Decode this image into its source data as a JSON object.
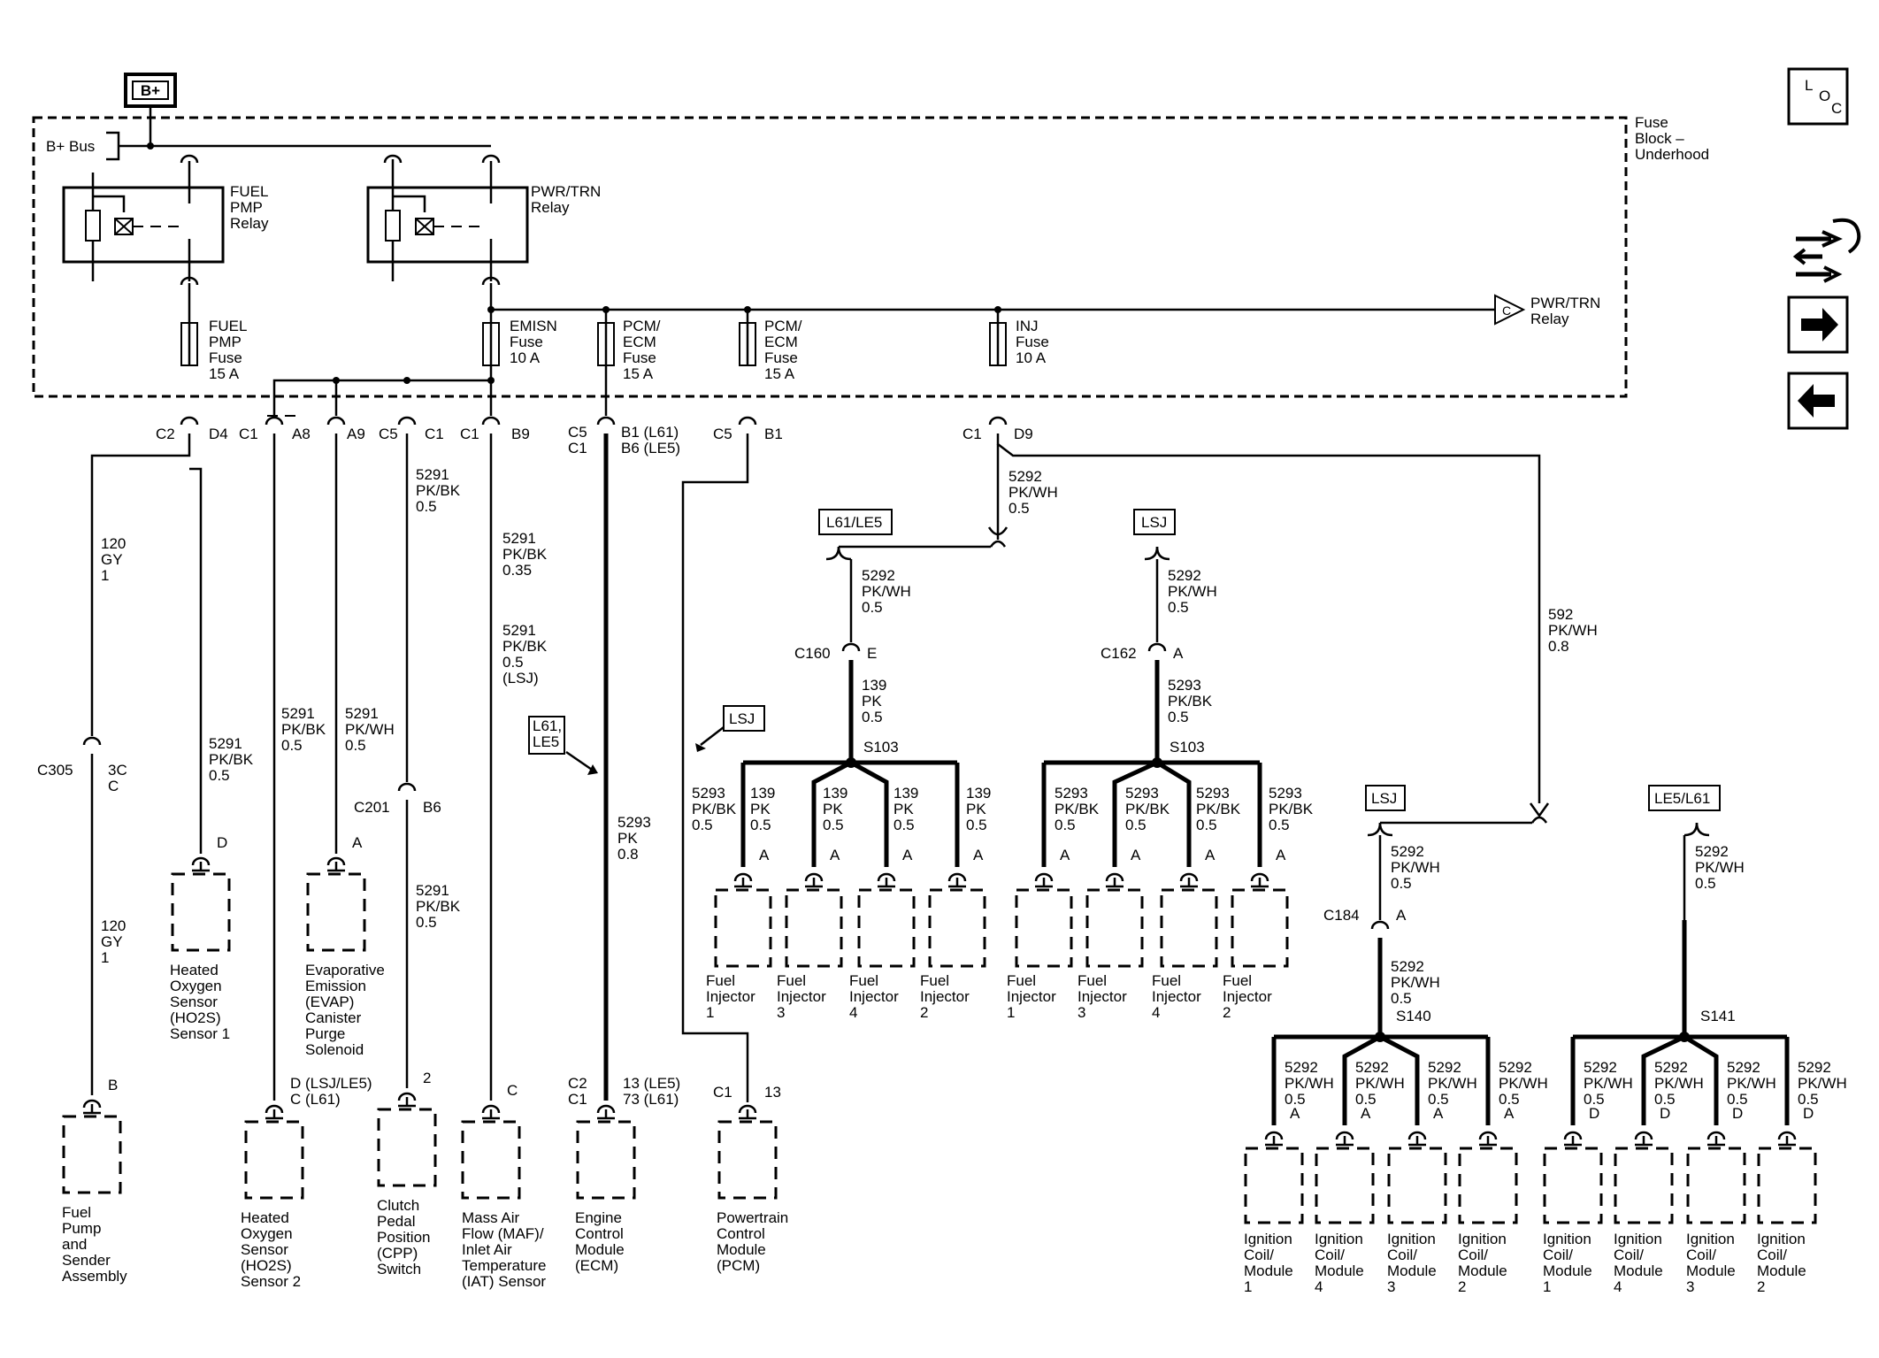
{
  "power": {
    "bplus": "B+",
    "bus": "B+ Bus",
    "fuse_block": [
      "Fuse",
      "Block –",
      "Underhood"
    ]
  },
  "loc_icon": [
    "L",
    "O",
    "C"
  ],
  "relays": {
    "fuel": [
      "FUEL",
      "PMP",
      "Relay"
    ],
    "pwr": [
      "PWR/TRN",
      "Relay"
    ],
    "pwr_out": [
      "PWR/TRN",
      "Relay"
    ],
    "pwr_out_letter": "C"
  },
  "fuses": {
    "fuel": [
      "FUEL",
      "PMP",
      "Fuse",
      "15 A"
    ],
    "emisn": [
      "EMISN",
      "Fuse",
      "10 A"
    ],
    "pcm1": [
      "PCM/",
      "ECM",
      "Fuse",
      "15 A"
    ],
    "pcm2": [
      "PCM/",
      "ECM",
      "Fuse",
      "15 A"
    ],
    "inj": [
      "INJ",
      "Fuse",
      "10 A"
    ]
  },
  "pins": {
    "c2": "C2",
    "d4": "D4",
    "c1a": "C1",
    "a8": "A8",
    "a9": "A9",
    "c5a": "C5",
    "c1b": "C1",
    "c1c": "C1",
    "b9": "B9",
    "c5b": "C5",
    "c1d": "C1",
    "b1l": "B1 (L61)",
    "b6l": "B6 (LE5)",
    "c5c": "C5",
    "b1": "B1",
    "c1e": "C1",
    "d9": "D9"
  },
  "wires": {
    "gy1": [
      "120",
      "GY",
      "1"
    ],
    "gy2": [
      "120",
      "GY",
      "1"
    ],
    "c305": "C305",
    "c305b": [
      "3C",
      "C"
    ],
    "pkbk_a": [
      "5291",
      "PK/BK",
      "0.5"
    ],
    "pkbk_b": [
      "5291",
      "PK/BK",
      "0.5"
    ],
    "pkwh_a": [
      "5291",
      "PK/WH",
      "0.5"
    ],
    "cpp1": [
      "5291",
      "PK/BK",
      "0.5"
    ],
    "c201": "C201",
    "b6": "B6",
    "cpp2": [
      "5291",
      "PK/BK",
      "0.5"
    ],
    "maf1": [
      "5291",
      "PK/BK",
      "0.35"
    ],
    "maf2": [
      "5291",
      "PK/BK",
      "0.5",
      "(LSJ)"
    ],
    "ecm": [
      "5293",
      "PK",
      "0.8"
    ],
    "inj_feed": [
      "5292",
      "PK/WH",
      "0.5"
    ],
    "coil_feed": [
      "592",
      "PK/WH",
      "0.8"
    ]
  },
  "tags": {
    "l61le5": "L61/LE5",
    "lsj1": "LSJ",
    "lsj2": "LSJ",
    "lsj3": "LSJ",
    "le5l61": "LE5/L61",
    "l61le5b": [
      "L61,",
      "LE5"
    ]
  },
  "inj_left": {
    "feed": [
      "5292",
      "PK/WH",
      "0.5"
    ],
    "conn": "C160",
    "pin": "E",
    "wire": [
      "139",
      "PK",
      "0.5"
    ],
    "splice": "S103",
    "drops": [
      [
        "5293",
        "PK/BK",
        "0.5"
      ],
      [
        "139",
        "PK",
        "0.5"
      ],
      [
        "139",
        "PK",
        "0.5"
      ],
      [
        "139",
        "PK",
        "0.5"
      ],
      [
        "139",
        "PK",
        "0.5"
      ]
    ],
    "pins": [
      "A",
      "A",
      "A",
      "A"
    ],
    "labels": [
      [
        "Fuel",
        "Injector",
        "1"
      ],
      [
        "Fuel",
        "Injector",
        "3"
      ],
      [
        "Fuel",
        "Injector",
        "4"
      ],
      [
        "Fuel",
        "Injector",
        "2"
      ]
    ]
  },
  "inj_right": {
    "feed": [
      "5292",
      "PK/WH",
      "0.5"
    ],
    "conn": "C162",
    "pin": "A",
    "wire": [
      "5293",
      "PK/BK",
      "0.5"
    ],
    "splice": "S103",
    "drops": [
      [
        "5293",
        "PK/BK",
        "0.5"
      ],
      [
        "5293",
        "PK/BK",
        "0.5"
      ],
      [
        "5293",
        "PK/BK",
        "0.5"
      ],
      [
        "5293",
        "PK/BK",
        "0.5"
      ]
    ],
    "pins": [
      "A",
      "A",
      "A",
      "A"
    ],
    "labels": [
      [
        "Fuel",
        "Injector",
        "1"
      ],
      [
        "Fuel",
        "Injector",
        "3"
      ],
      [
        "Fuel",
        "Injector",
        "4"
      ],
      [
        "Fuel",
        "Injector",
        "2"
      ]
    ]
  },
  "coil_left": {
    "feed": [
      "5292",
      "PK/WH",
      "0.5"
    ],
    "conn": "C184",
    "pin": "A",
    "wire": [
      "5292",
      "PK/WH",
      "0.5"
    ],
    "splice": "S140",
    "drops": [
      [
        "5292",
        "PK/WH",
        "0.5"
      ],
      [
        "5292",
        "PK/WH",
        "0.5"
      ],
      [
        "5292",
        "PK/WH",
        "0.5"
      ],
      [
        "5292",
        "PK/WH",
        "0.5"
      ]
    ],
    "pins": [
      "A",
      "A",
      "A",
      "A"
    ],
    "labels": [
      [
        "Ignition",
        "Coil/",
        "Module",
        "1"
      ],
      [
        "Ignition",
        "Coil/",
        "Module",
        "4"
      ],
      [
        "Ignition",
        "Coil/",
        "Module",
        "3"
      ],
      [
        "Ignition",
        "Coil/",
        "Module",
        "2"
      ]
    ]
  },
  "coil_right": {
    "feed": [
      "5292",
      "PK/WH",
      "0.5"
    ],
    "splice": "S141",
    "drops": [
      [
        "5292",
        "PK/WH",
        "0.5"
      ],
      [
        "5292",
        "PK/WH",
        "0.5"
      ],
      [
        "5292",
        "PK/WH",
        "0.5"
      ],
      [
        "5292",
        "PK/WH",
        "0.5"
      ]
    ],
    "pins": [
      "D",
      "D",
      "D",
      "D"
    ],
    "labels": [
      [
        "Ignition",
        "Coil/",
        "Module",
        "1"
      ],
      [
        "Ignition",
        "Coil/",
        "Module",
        "4"
      ],
      [
        "Ignition",
        "Coil/",
        "Module",
        "3"
      ],
      [
        "Ignition",
        "Coil/",
        "Module",
        "2"
      ]
    ]
  },
  "components": {
    "fuel_pump": {
      "pin": "B",
      "label": [
        "Fuel",
        "Pump",
        "and",
        "Sender",
        "Assembly"
      ]
    },
    "ho2s1": {
      "pin": "D",
      "label": [
        "Heated",
        "Oxygen",
        "Sensor",
        "(HO2S)",
        "Sensor 1"
      ]
    },
    "evap": {
      "pin": "A",
      "label": [
        "Evaporative",
        "Emission",
        "(EVAP)",
        "Canister",
        "Purge",
        "Solenoid"
      ]
    },
    "ho2s2": {
      "pin": [
        "D (LSJ/LE5)",
        "C (L61)"
      ],
      "label": [
        "Heated",
        "Oxygen",
        "Sensor",
        "(HO2S)",
        "Sensor 2"
      ]
    },
    "cpp": {
      "pin": "2",
      "label": [
        "Clutch",
        "Pedal",
        "Position",
        "(CPP)",
        "Switch"
      ]
    },
    "maf": {
      "pin": "C",
      "label": [
        "Mass Air",
        "Flow (MAF)/",
        "Inlet Air",
        "Temperature",
        "(IAT) Sensor"
      ]
    },
    "ecm": {
      "pin_l": [
        "C2",
        "C1"
      ],
      "pin_r": [
        "13 (LE5)",
        "73 (L61)"
      ],
      "label": [
        "Engine",
        "Control",
        "Module",
        "(ECM)"
      ]
    },
    "pcm": {
      "pin_l": "C1",
      "pin_r": "13",
      "label": [
        "Powertrain",
        "Control",
        "Module",
        "(PCM)"
      ]
    }
  }
}
